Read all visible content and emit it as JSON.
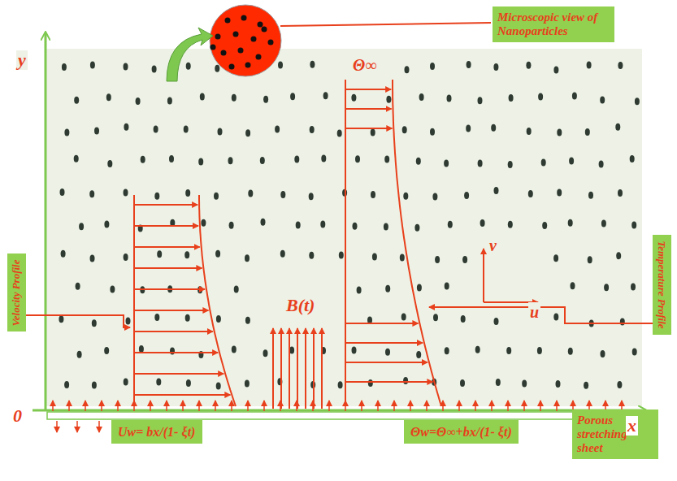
{
  "diagram": {
    "nodes": [
      {
        "text": [
          "Microscopic view of Nanoparticles"
        ]
      },
      {
        "text": [
          "Velocity Profile"
        ]
      },
      {
        "text": [
          "Temperature Profile"
        ]
      },
      {
        "text": [
          "Porous stretching sheet"
        ]
      },
      {
        "text": [
          "Uw= bx/(1- ξt)"
        ]
      },
      {
        "text": [
          "Θw=Θ∞+bx/(1- ξt)"
        ]
      }
    ],
    "labels": [
      "y",
      "0",
      "x",
      "B(t)",
      "Θ∞",
      "v",
      "u"
    ]
  }
}
